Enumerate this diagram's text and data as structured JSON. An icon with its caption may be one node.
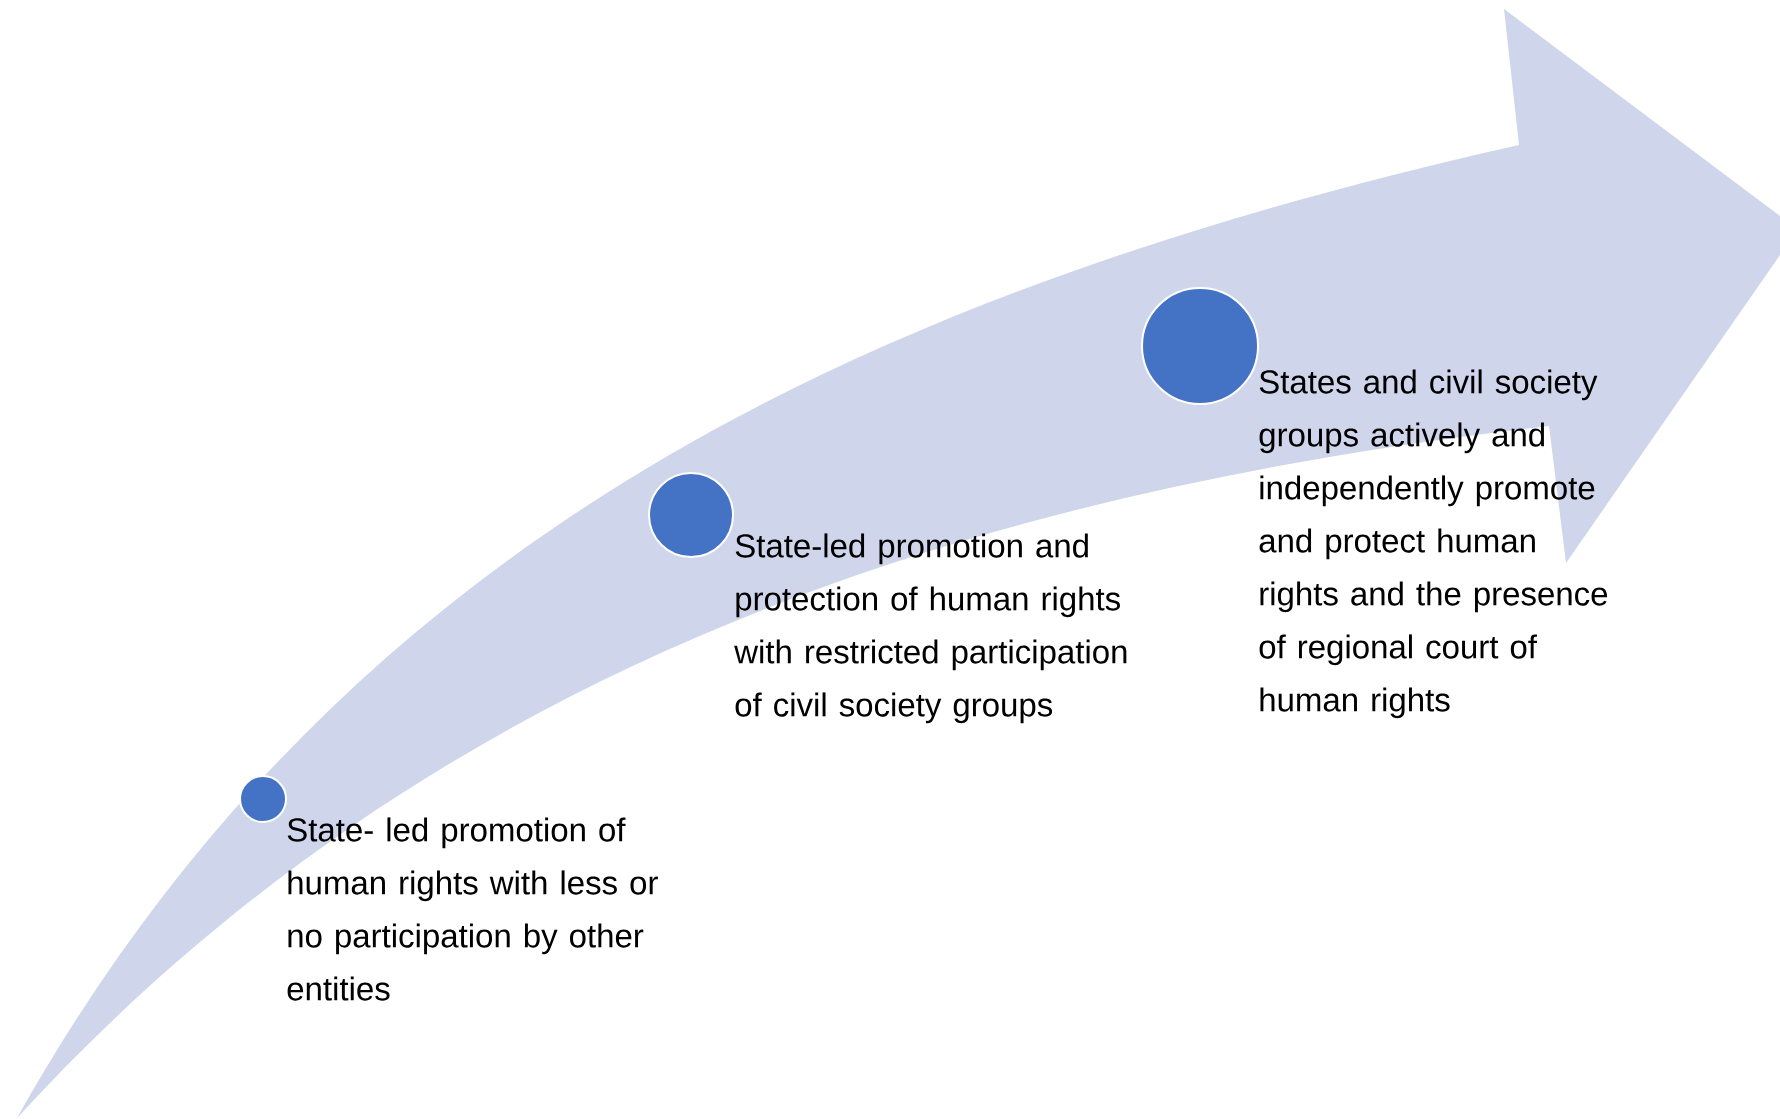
{
  "diagram": {
    "nodes": [
      {
        "text": [],
        "shape": "circle",
        "beside": [
          "State- led promotion of human rights with less or no participation by other entities"
        ]
      },
      {
        "text": [],
        "shape": "circle",
        "beside": [
          "State-led promotion and protection of human rights with restricted participation of civil society groups"
        ]
      },
      {
        "text": [],
        "shape": "circle",
        "beside": [
          "States and civil society groups actively and independently promote and protect human rights and the presence of regional court of human rights"
        ]
      }
    ]
  }
}
